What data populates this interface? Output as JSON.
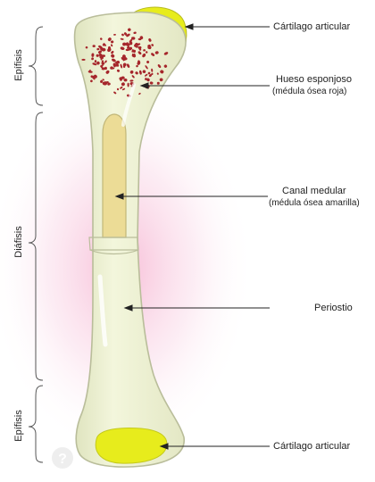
{
  "labels": {
    "cartilago_top": "Cártilago articular",
    "hueso_esponjoso": "Hueso esponjoso",
    "hueso_esponjoso_sub": "(médula ósea roja)",
    "canal_medular": "Canal medular",
    "canal_medular_sub": "(médula ósea amarilla)",
    "periostio": "Periostio",
    "cartilago_bottom": "Cártilago articular"
  },
  "sections": {
    "epifisis_top": "Epífisis",
    "diafisis": "Diáfisis",
    "epifisis_bottom": "Epífisis"
  },
  "colors": {
    "bone": "#eef2d2",
    "bone_outline": "#b9bd9a",
    "cartilage": "#e7ec1c",
    "marrow_yellow": "#ecdc96",
    "spongy_red": "#a5262b",
    "glow": "#f7b9d6"
  },
  "watermark_icon": "question-mark-icon"
}
